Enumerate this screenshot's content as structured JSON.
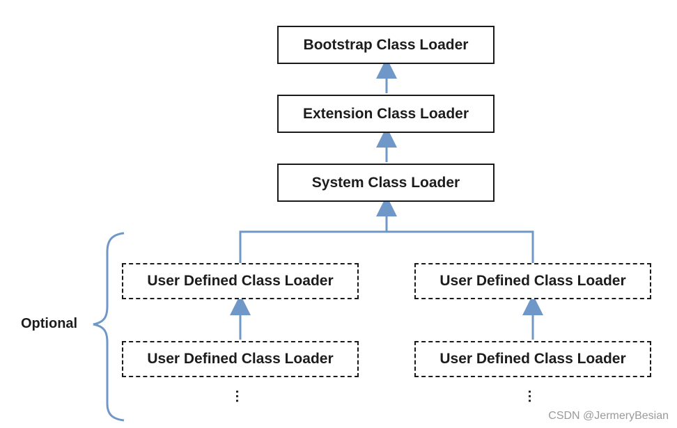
{
  "diagram": {
    "nodes": {
      "bootstrap": "Bootstrap Class Loader",
      "extension": "Extension Class Loader",
      "system": "System Class Loader",
      "user_left_1": "User Defined Class Loader",
      "user_left_2": "User Defined Class Loader",
      "user_right_1": "User Defined Class Loader",
      "user_right_2": "User Defined Class Loader"
    },
    "optional_label": "Optional",
    "ellipsis_left": "...",
    "ellipsis_right": "...",
    "watermark": "CSDN @JermeryBesian",
    "colors": {
      "connector": "#6f98c8",
      "border": "#1a1a1a",
      "brace": "#6f98c8"
    }
  }
}
